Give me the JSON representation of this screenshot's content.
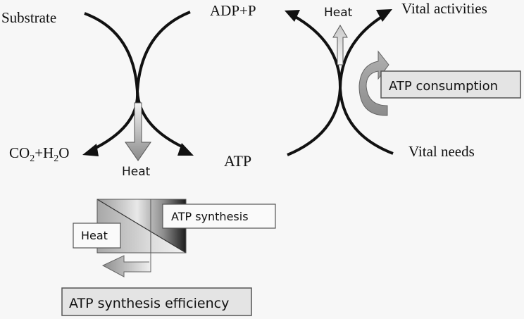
{
  "diagram": {
    "left_cycle": {
      "top_left": "Substrate",
      "top_right": "ADP+P",
      "bottom_left_parts": [
        "CO",
        "2",
        "+H",
        "2",
        "O"
      ],
      "bottom_right": "ATP",
      "heat_label": "Heat"
    },
    "right_cycle": {
      "top_right": "Vital activities",
      "bottom_right": "Vital needs",
      "heat_label": "Heat",
      "consumption_label": "ATP consumption"
    },
    "efficiency_box": {
      "heat_label": "Heat",
      "synthesis_label": "ATP synthesis",
      "efficiency_label": "ATP synthesis efficiency"
    },
    "colors": {
      "curve": "#111111",
      "label_box_fill": "#e4e4e4",
      "background": "#f7f7f7"
    }
  }
}
